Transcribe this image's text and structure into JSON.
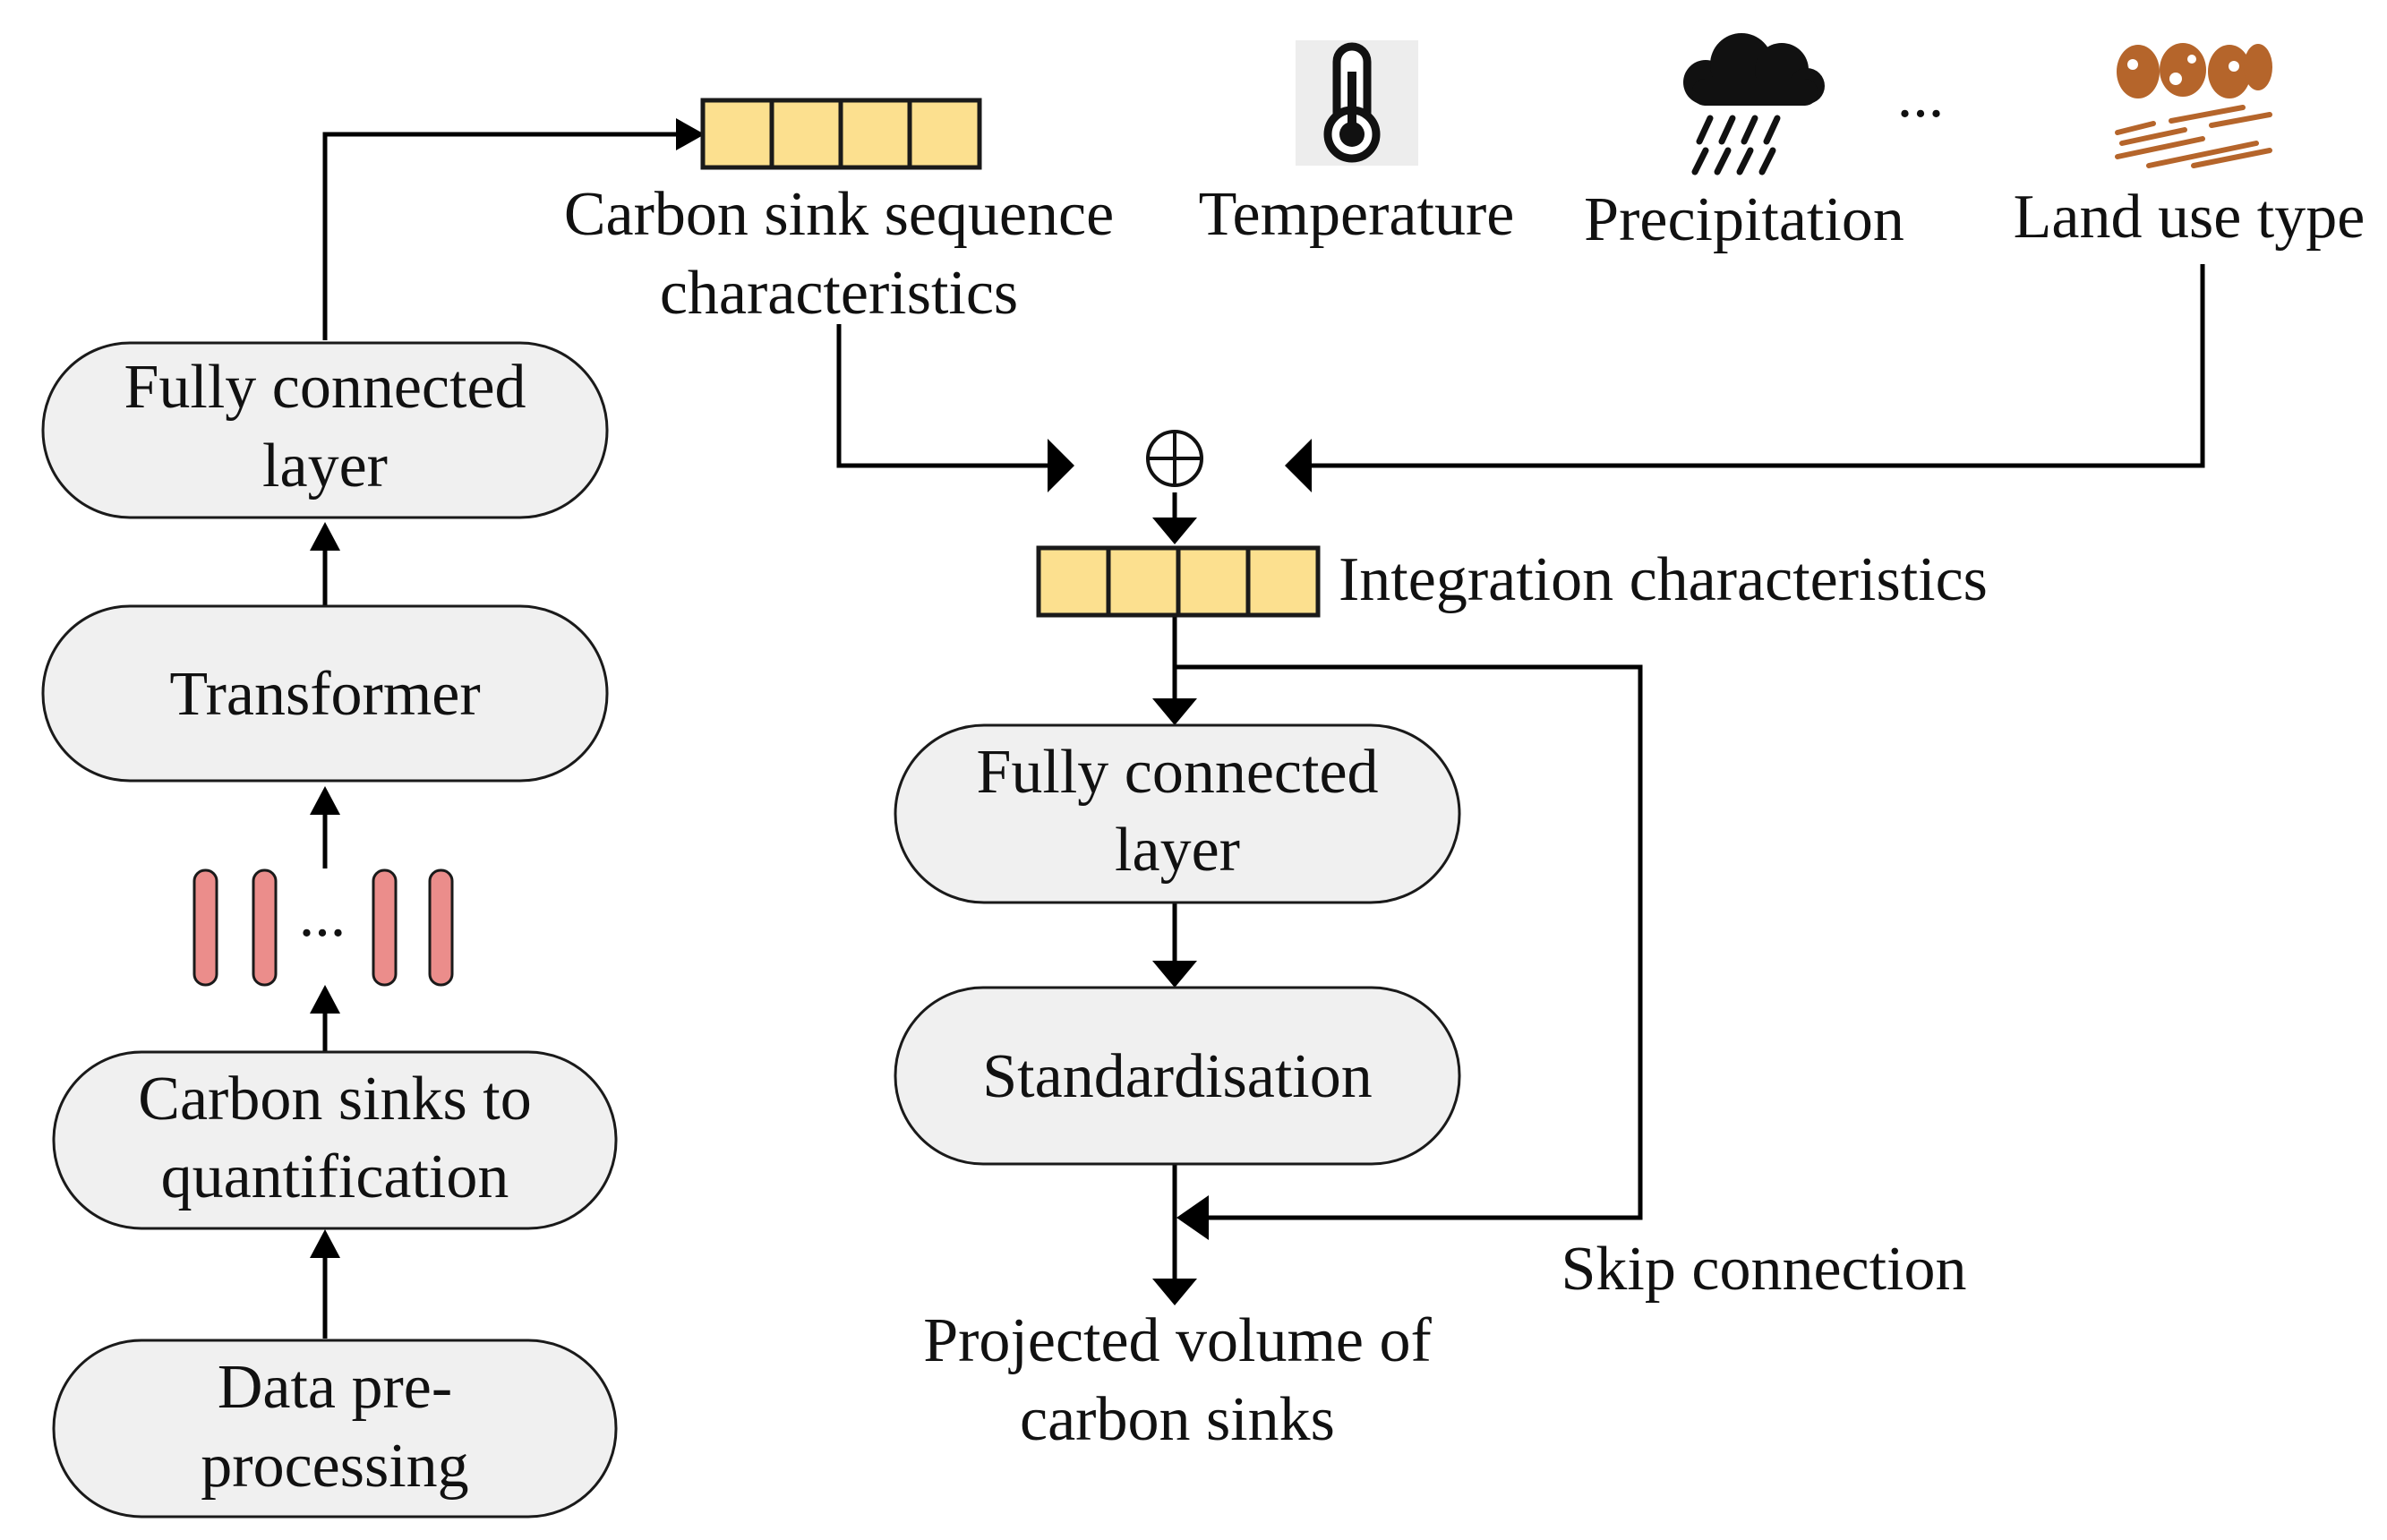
{
  "diagram": {
    "left_column": {
      "fc_layer": {
        "line1": "Fully connected",
        "line2": "layer"
      },
      "transformer": "Transformer",
      "token_ellipsis": "...",
      "quantification": {
        "line1": "Carbon sinks to",
        "line2": "quantification"
      },
      "preprocessing": {
        "line1": "Data pre-",
        "line2": "processing"
      }
    },
    "top_row": {
      "sequence_features": {
        "line1": "Carbon sink sequence",
        "line2": "characteristics"
      },
      "temperature": "Temperature",
      "precipitation": "Precipitation",
      "more_ellipsis": "...",
      "land_use": "Land use type"
    },
    "right_column": {
      "concat_symbol": "⊕",
      "integration": "Integration characteristics",
      "fc_layer": {
        "line1": "Fully connected",
        "line2": "layer"
      },
      "standardisation": "Standardisation",
      "skip_connection": "Skip connection",
      "output": {
        "line1": "Projected volume of",
        "line2": "carbon sinks"
      }
    },
    "icons": {
      "temperature": "thermometer-icon",
      "precipitation": "rain-cloud-icon",
      "land_use": "land-use-texture-icon"
    },
    "colors": {
      "node_fill": "#f0f0f0",
      "feature_cell": "#fce08f",
      "token": "#eb8d8b",
      "land_use_icon": "#b5652b"
    }
  }
}
